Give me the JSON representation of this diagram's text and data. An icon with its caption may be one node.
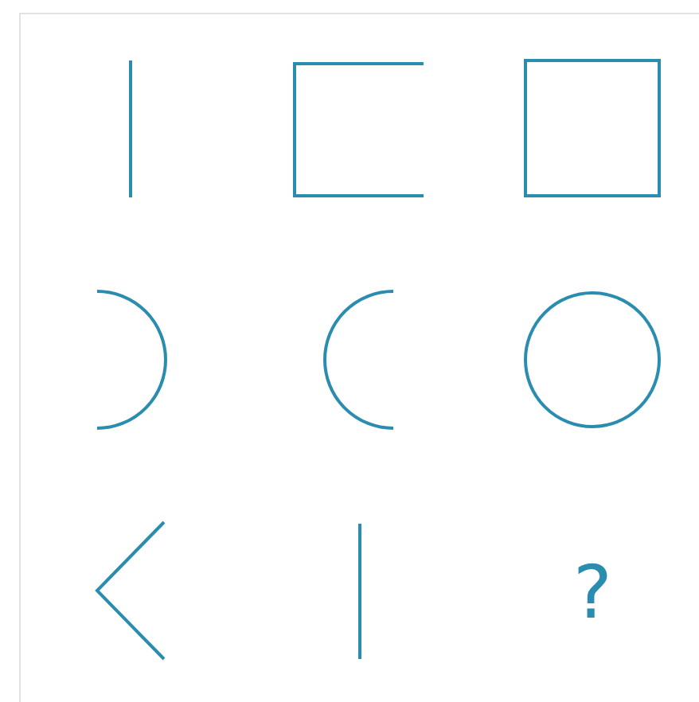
{
  "diagram": {
    "nodes": [
      {
        "text": [],
        "shape": "line"
      },
      {
        "text": [],
        "shape": "bracket"
      },
      {
        "text": [],
        "shape": "box"
      },
      {
        "text": [],
        "shape": "arc"
      },
      {
        "text": [],
        "shape": "arc"
      },
      {
        "text": [],
        "shape": "circle"
      },
      {
        "text": [],
        "shape": "chevron"
      },
      {
        "text": [],
        "shape": "line"
      }
    ],
    "labels": [
      "?"
    ]
  }
}
